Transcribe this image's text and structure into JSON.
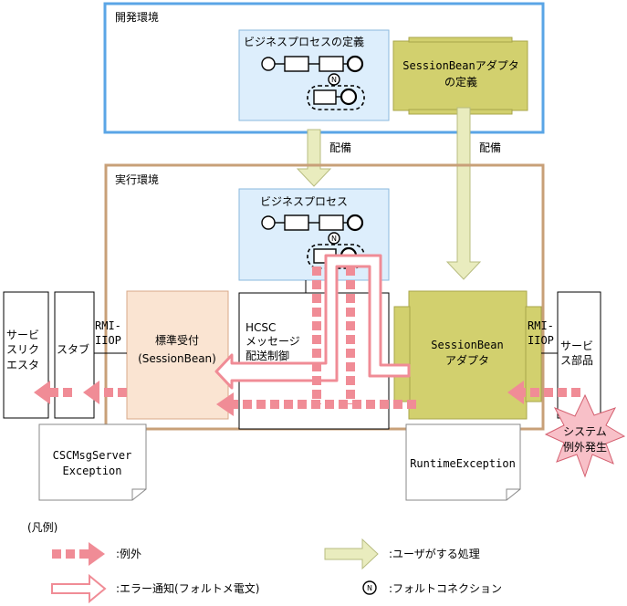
{
  "dev_env": {
    "title": "開発環境"
  },
  "bp_def": {
    "title": "ビジネスプロセスの定義"
  },
  "adapter_def": {
    "line1": "SessionBeanアダプタ",
    "line2": "の定義"
  },
  "deploy_left": "配備",
  "deploy_right": "配備",
  "runtime_env": {
    "title": "実行環境"
  },
  "bp_runtime": {
    "title": "ビジネスプロセス"
  },
  "client": {
    "line1": "サービ",
    "line2": "スリク",
    "line3": "エスタ"
  },
  "stub": {
    "label": "スタブ"
  },
  "rmi_left": {
    "line1": "RMI-",
    "line2": "IIOP"
  },
  "standard_receiver": {
    "line1": "標準受付",
    "line2": "(SessionBean)"
  },
  "hcsc": {
    "line1": "HCSC",
    "line2": "メッセージ",
    "line3": "配送制御"
  },
  "adapter": {
    "line1": "SessionBean",
    "line2": "アダプタ"
  },
  "rmi_right": {
    "line1": "RMI-",
    "line2": "IIOP"
  },
  "service": {
    "line1": "サービ",
    "line2": "ス部品"
  },
  "burst": {
    "line1": "システム",
    "line2": "例外発生"
  },
  "note_left": {
    "line1": "CSCMsgServer",
    "line2": "Exception"
  },
  "note_right": {
    "text": "RuntimeException"
  },
  "legend": {
    "title": "(凡例)",
    "exception": ":例外",
    "error": ":エラー通知(フォルトメ電文)",
    "user_process": ":ユーザがする処理",
    "fault_connection": ":フォルトコネクション"
  },
  "colors": {
    "dev_border": "#5aa5e6",
    "runtime_border": "#c8a078",
    "bp_fill": "#ddeefc",
    "adapter_fill": "#d2d06e",
    "receiver_fill": "#fae4d2",
    "exception_arrow": "#f08c96",
    "deploy_arrow": "#e9ecbe"
  }
}
